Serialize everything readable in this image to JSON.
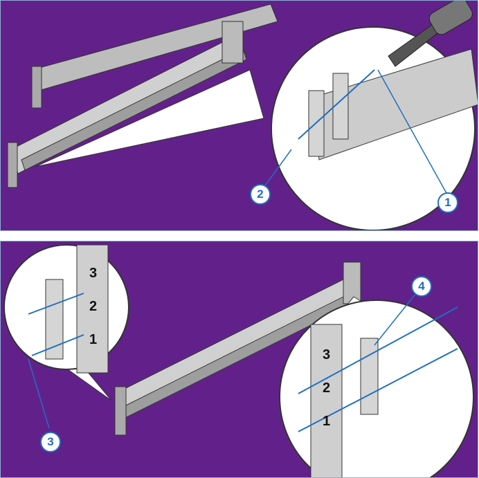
{
  "colors": {
    "background": "#62218a",
    "callout": "#1f6fbf",
    "rail": "#c8c8c8"
  },
  "callouts": [
    "1",
    "2",
    "3",
    "4"
  ],
  "rack_hole_labels": {
    "left": [
      "3",
      "2",
      "1"
    ],
    "right": [
      "3",
      "2",
      "1"
    ]
  }
}
